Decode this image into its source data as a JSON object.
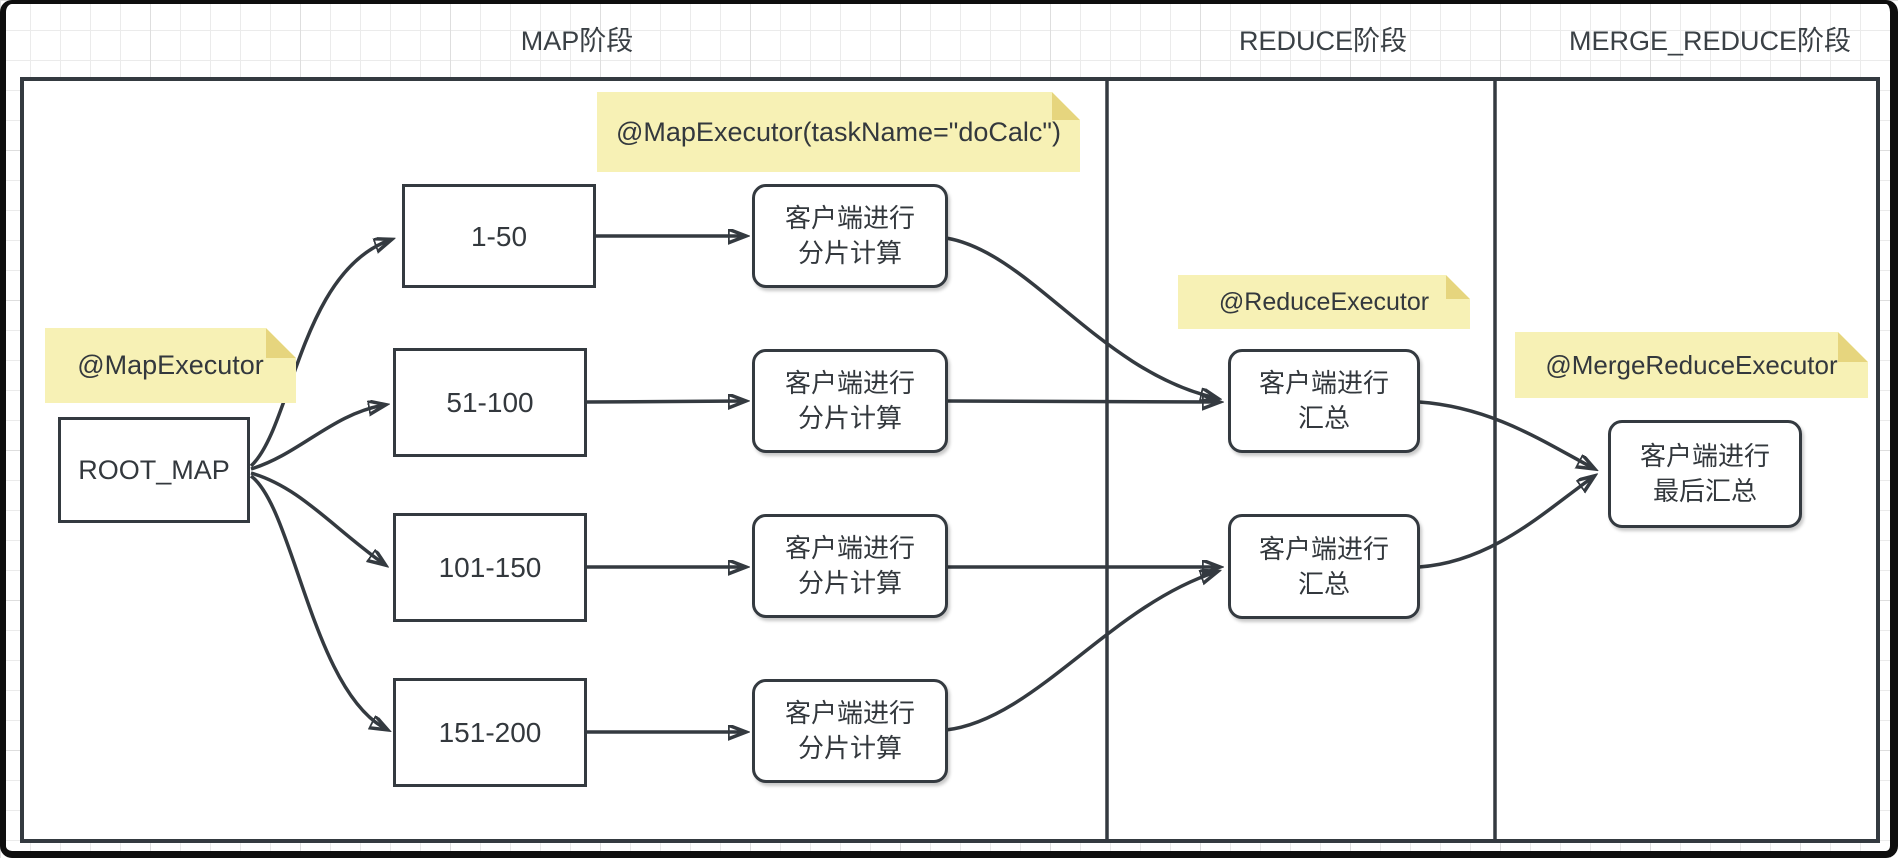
{
  "colors": {
    "note_fill": "#f7f1b5",
    "note_fold": "#e6d57e",
    "line": "#343a40",
    "text": "#33383d",
    "grid_line": "#ebebeb",
    "canvas_background": "#ffffff",
    "frame": "#0e0e0e"
  },
  "headers": {
    "map": "MAP阶段",
    "reduce": "REDUCE阶段",
    "merge_reduce": "MERGE_REDUCE阶段"
  },
  "notes": {
    "map_executor": "@MapExecutor",
    "map_executor_task": "@MapExecutor(taskName=\"doCalc\")",
    "reduce_executor": "@ReduceExecutor",
    "merge_reduce_executor": "@MergeReduceExecutor"
  },
  "nodes": {
    "root": "ROOT_MAP",
    "ranges": [
      "1-50",
      "51-100",
      "101-150",
      "151-200"
    ],
    "map_task": {
      "line1": "客户端进行",
      "line2": "分片计算"
    },
    "reduce_task": {
      "line1": "客户端进行",
      "line2": "汇总"
    },
    "merge_task": {
      "line1": "客户端进行",
      "line2": "最后汇总"
    }
  }
}
